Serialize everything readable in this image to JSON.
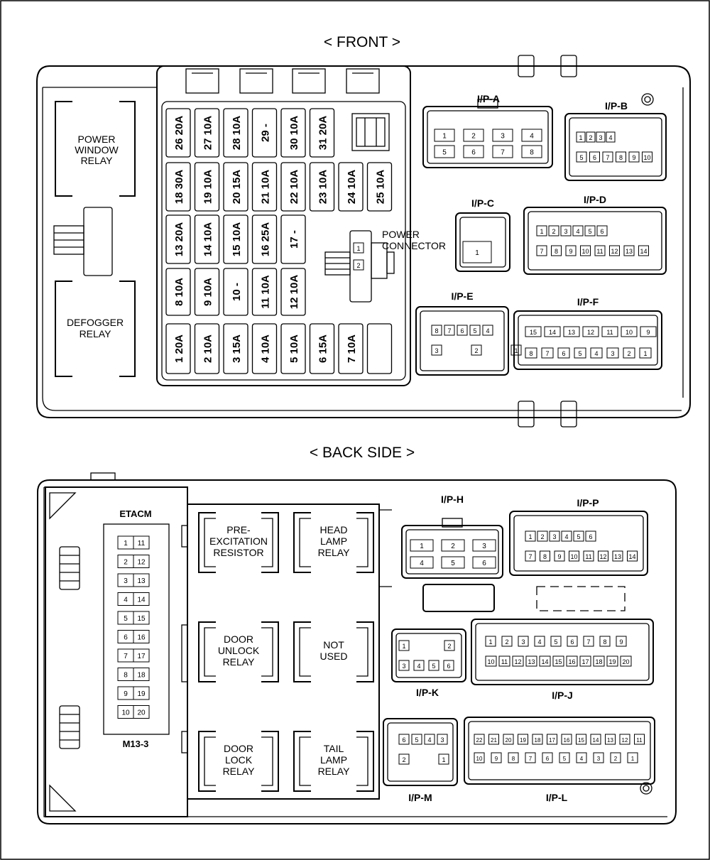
{
  "front": {
    "title": "< FRONT >",
    "relays": {
      "power_window": [
        "POWER",
        "WINDOW",
        "RELAY"
      ],
      "defogger": [
        "DEFOGGER",
        "RELAY"
      ]
    },
    "power_connector": {
      "label": [
        "POWER",
        "CONNECTOR"
      ],
      "pins": [
        "1",
        "2"
      ]
    },
    "fuse_rows": [
      [
        "26 20A",
        "27 10A",
        "28 10A",
        "29 -",
        "30 10A",
        "31 20A"
      ],
      [
        "18 30A",
        "19 10A",
        "20 15A",
        "21 10A",
        "22 10A",
        "23 10A",
        "24 10A",
        "25 10A"
      ],
      [
        "13 20A",
        "14 10A",
        "15 10A",
        "16 25A",
        "17 -"
      ],
      [
        "8 10A",
        "9 10A",
        "10 -",
        "11 10A",
        "12 10A"
      ],
      [
        "1 20A",
        "2 10A",
        "3 15A",
        "4 10A",
        "5 10A",
        "6 15A",
        "7 10A"
      ]
    ],
    "connectors": {
      "ip_a": {
        "label": "I/P-A",
        "rows": [
          [
            "1",
            "2",
            "3",
            "4"
          ],
          [
            "5",
            "6",
            "7",
            "8"
          ]
        ]
      },
      "ip_b": {
        "label": "I/P-B",
        "rows": [
          [
            "1",
            "2",
            "3",
            "4"
          ],
          [
            "5",
            "6",
            "7",
            "8",
            "9",
            "10"
          ]
        ]
      },
      "ip_c": {
        "label": "I/P-C",
        "rows": [
          [
            "1"
          ]
        ]
      },
      "ip_d": {
        "label": "I/P-D",
        "rows": [
          [
            "1",
            "2",
            "3",
            "4",
            "5",
            "6"
          ],
          [
            "7",
            "8",
            "9",
            "10",
            "11",
            "12",
            "13",
            "14"
          ]
        ]
      },
      "ip_e": {
        "label": "I/P-E",
        "rows": [
          [
            "8",
            "7",
            "6",
            "5",
            "4"
          ],
          [
            "3",
            "2",
            "1"
          ]
        ]
      },
      "ip_f": {
        "label": "I/P-F",
        "rows": [
          [
            "15",
            "14",
            "13",
            "12",
            "11",
            "10",
            "9"
          ],
          [
            "8",
            "7",
            "6",
            "5",
            "4",
            "3",
            "2",
            "1"
          ]
        ]
      }
    }
  },
  "back": {
    "title": "< BACK SIDE >",
    "etacm": {
      "label": "ETACM",
      "sublabel": "M13-3",
      "left_pins": [
        "1",
        "2",
        "3",
        "4",
        "5",
        "6",
        "7",
        "8",
        "9",
        "10"
      ],
      "right_pins": [
        "11",
        "12",
        "13",
        "14",
        "15",
        "16",
        "17",
        "18",
        "19",
        "20"
      ]
    },
    "relays": {
      "pre_excitation": [
        "PRE-",
        "EXCITATION",
        "RESISTOR"
      ],
      "head_lamp": [
        "HEAD",
        "LAMP",
        "RELAY"
      ],
      "door_unlock": [
        "DOOR",
        "UNLOCK",
        "RELAY"
      ],
      "not_used": [
        "NOT",
        "USED"
      ],
      "door_lock": [
        "DOOR",
        "LOCK",
        "RELAY"
      ],
      "tail_lamp": [
        "TAIL",
        "LAMP",
        "RELAY"
      ]
    },
    "connectors": {
      "ip_h": {
        "label": "I/P-H",
        "rows": [
          [
            "1",
            "2",
            "3"
          ],
          [
            "4",
            "5",
            "6"
          ]
        ]
      },
      "ip_p": {
        "label": "I/P-P",
        "rows": [
          [
            "1",
            "2",
            "3",
            "4",
            "5",
            "6"
          ],
          [
            "7",
            "8",
            "9",
            "10",
            "11",
            "12",
            "13",
            "14"
          ]
        ]
      },
      "ip_k": {
        "label": "I/P-K",
        "rows": [
          [
            "1",
            "2"
          ],
          [
            "3",
            "4",
            "5",
            "6"
          ]
        ]
      },
      "ip_j": {
        "label": "I/P-J",
        "rows": [
          [
            "1",
            "2",
            "3",
            "4",
            "5",
            "6",
            "7",
            "8",
            "9"
          ],
          [
            "10",
            "11",
            "12",
            "13",
            "14",
            "15",
            "16",
            "17",
            "18",
            "19",
            "20"
          ]
        ]
      },
      "ip_m": {
        "label": "I/P-M",
        "rows": [
          [
            "6",
            "5",
            "4",
            "3"
          ],
          [
            "2",
            "1"
          ]
        ]
      },
      "ip_l": {
        "label": "I/P-L",
        "rows": [
          [
            "22",
            "21",
            "20",
            "19",
            "18",
            "17",
            "16",
            "15",
            "14",
            "13",
            "12",
            "11"
          ],
          [
            "10",
            "9",
            "8",
            "7",
            "6",
            "5",
            "4",
            "3",
            "2",
            "1"
          ]
        ]
      }
    }
  }
}
